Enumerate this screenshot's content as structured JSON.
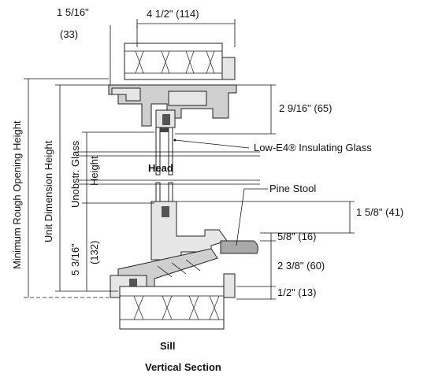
{
  "labels": {
    "dim_top_width": "4 1/2\" (114)",
    "dim_top_left_1": "1 5/16\"",
    "dim_top_left_2": "(33)",
    "dim_head_right": "2 9/16\" (65)",
    "glass_label": "Low-E4® Insulating Glass",
    "head": "Head",
    "pine_stool": "Pine Stool",
    "dim_sill_1": "1 5/8\" (41)",
    "dim_sill_2": "5/8\" (16)",
    "dim_sill_3": "2 3/8\" (60)",
    "dim_sill_4": "1/2\" (13)",
    "sill": "Sill",
    "vertical_section": "Vertical Section",
    "min_rough_opening_height": "Minimum Rough Opening Height",
    "unit_dimension_height": "Unit Dimension Height",
    "unobstr_glass_1": "Unobstr. Glass",
    "unobstr_glass_2": "Height",
    "left_dim_1": "5 3/16\"",
    "left_dim_2": "(132)"
  }
}
